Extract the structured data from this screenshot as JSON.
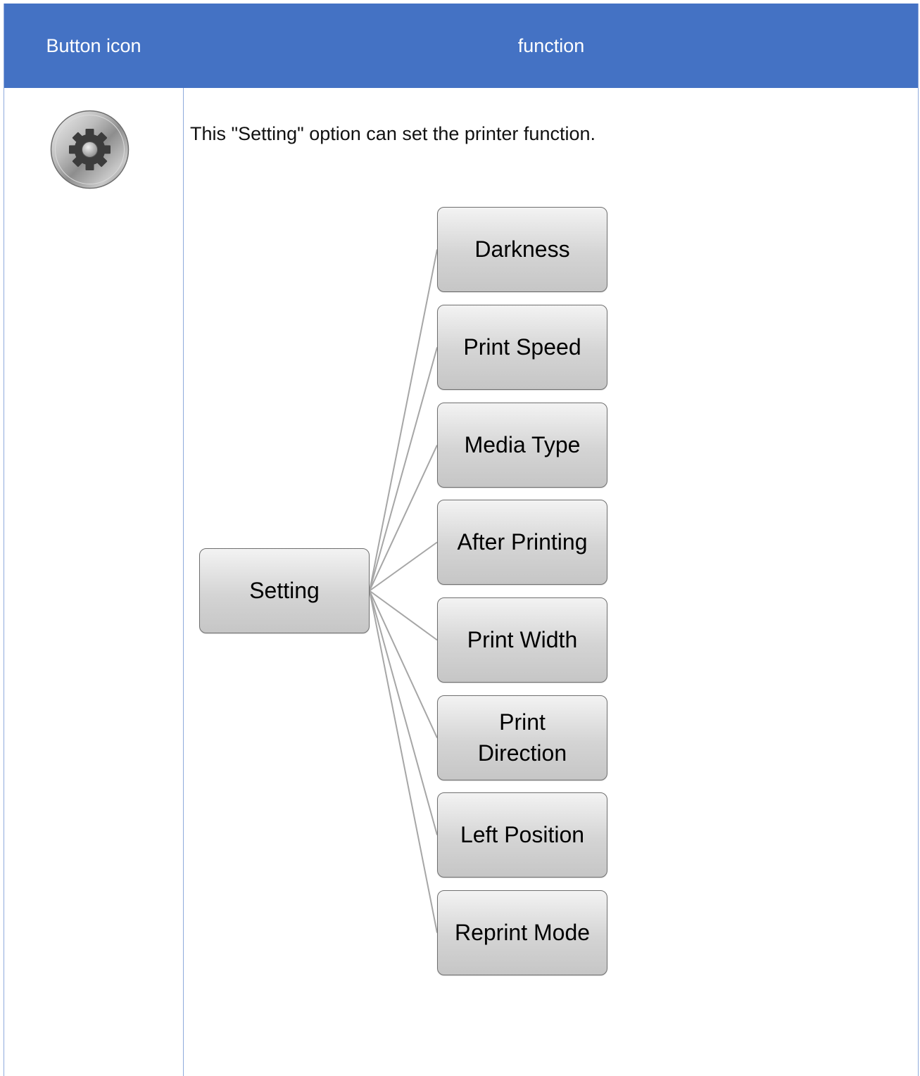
{
  "header": {
    "col_icon": "Button icon",
    "col_function": "function"
  },
  "row": {
    "icon": "gear-icon",
    "description": "This \"Setting\" option can set the printer function."
  },
  "diagram": {
    "root": "Setting",
    "children": [
      "Darkness",
      "Print Speed",
      "Media Type",
      "After Printing",
      "Print Width",
      "Print Direction",
      "Left Position",
      "Reprint Mode"
    ]
  },
  "colors": {
    "header_bg": "#4472c4",
    "border": "#8faadc",
    "connector": "#a6a6a6"
  }
}
